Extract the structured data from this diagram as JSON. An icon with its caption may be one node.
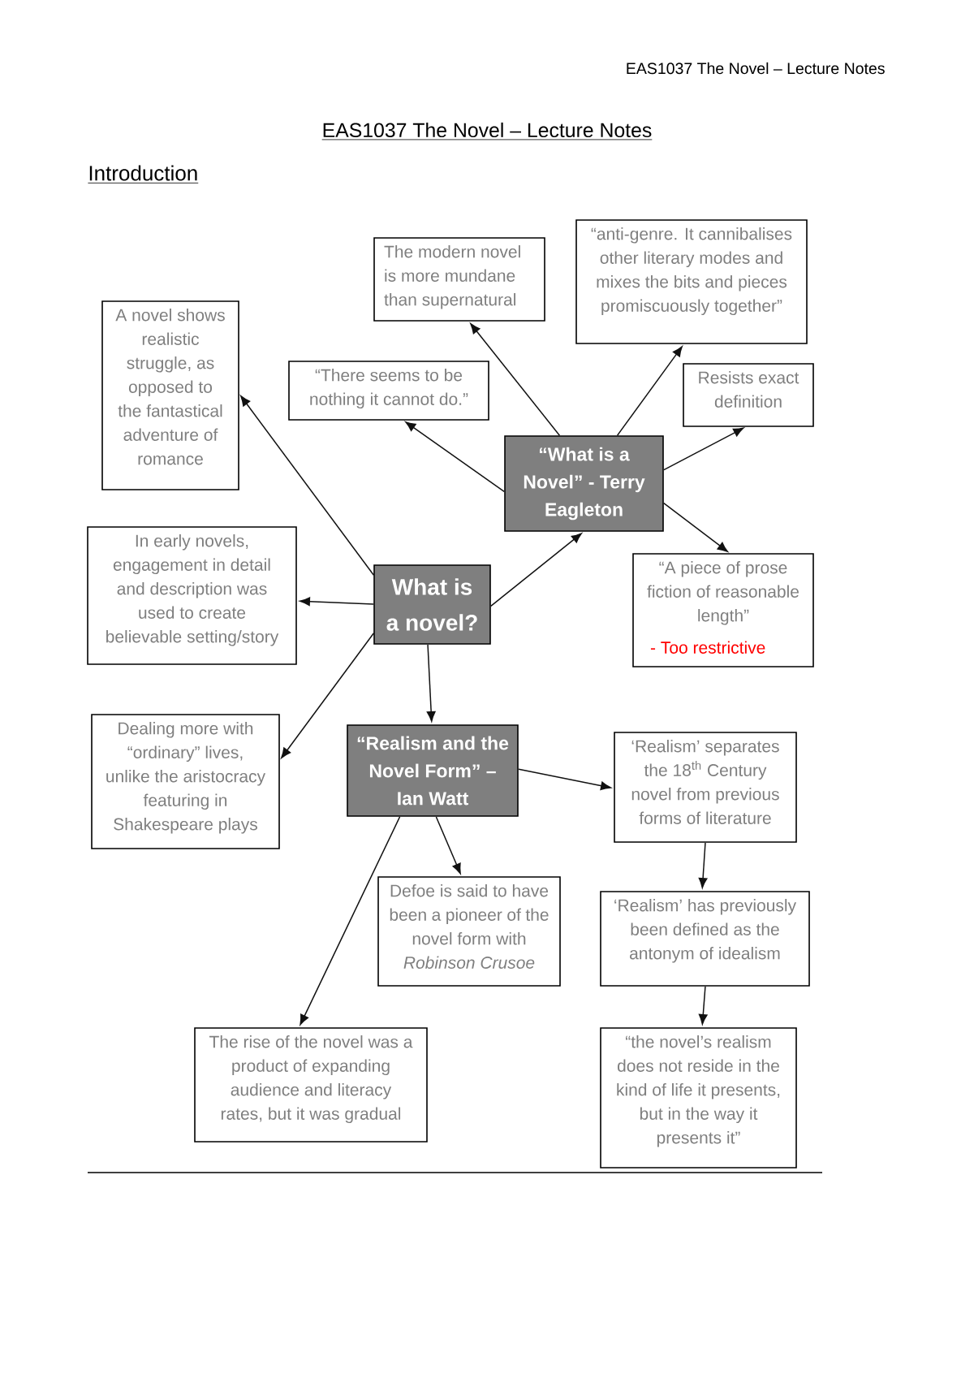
{
  "diagram": {
    "title": "EAS1037 The Novel – Lecture Notes",
    "nodes": [
      {
        "text": [
          "What is a novel?"
        ]
      },
      {
        "text": [
          "“What is a Novel” - Terry Eagleton"
        ]
      },
      {
        "text": [
          "“Realism and the Novel Form” – Ian Watt"
        ]
      },
      {
        "text": [
          "The modern novel is more mundane than supernatural"
        ]
      },
      {
        "text": [
          "“anti-genre. It cannibalises other literary modes and mixes the bits and pieces promiscuously together”"
        ]
      },
      {
        "text": [
          "A novel shows realistic struggle, as opposed to the fantastical adventure of romance"
        ]
      },
      {
        "text": [
          "“There seems to be nothing it cannot do.”"
        ]
      },
      {
        "text": [
          "Resists exact definition"
        ]
      },
      {
        "text": [
          "In early novels, engagement in detail and description was used to create believable setting/story"
        ]
      },
      {
        "text": [
          "“A piece of prose fiction of reasonable length”",
          "- Too restrictive"
        ]
      },
      {
        "text": [
          "Dealing more with “ordinary” lives, unlike the aristocracy featuring in Shakespeare plays"
        ]
      },
      {
        "text": [
          "‘Realism’ separates the 18$^{th}$ Century novel from previous forms of literature"
        ]
      },
      {
        "text": [
          "Defoe is said to have been a pioneer of the novel form with *Robinson Crusoe*"
        ]
      },
      {
        "text": [
          "‘Realism’ has previously been defined as the antonym of idealism"
        ]
      },
      {
        "text": [
          "The rise of the novel was a product of expanding audience and literacy rates, but it was gradual"
        ]
      },
      {
        "text": [
          "“the novel’s realism does not reside in the kind of life it presents, but in the way it presents it”"
        ]
      }
    ],
    "edges": [
      {
        "from": 0,
        "to": 5,
        "arrow": "to"
      },
      {
        "from": 0,
        "to": 8,
        "arrow": "to"
      },
      {
        "from": 0,
        "to": 10,
        "arrow": "to"
      },
      {
        "from": 0,
        "to": 1,
        "arrow": "to"
      },
      {
        "from": 0,
        "to": 2,
        "arrow": "to"
      },
      {
        "from": 1,
        "to": 3,
        "arrow": "to"
      },
      {
        "from": 1,
        "to": 4,
        "arrow": "to"
      },
      {
        "from": 1,
        "to": 6,
        "arrow": "to"
      },
      {
        "from": 1,
        "to": 7,
        "arrow": "to"
      },
      {
        "from": 1,
        "to": 9,
        "arrow": "to"
      },
      {
        "from": 2,
        "to": 11,
        "arrow": "to"
      },
      {
        "from": 2,
        "to": 12,
        "arrow": "to"
      },
      {
        "from": 2,
        "to": 14,
        "arrow": "to"
      },
      {
        "from": 11,
        "to": 13,
        "arrow": "to"
      },
      {
        "from": 13,
        "to": 15,
        "arrow": "to"
      }
    ],
    "labels": [
      "EAS1037 The Novel – Lecture Notes",
      "Introduction"
    ]
  }
}
